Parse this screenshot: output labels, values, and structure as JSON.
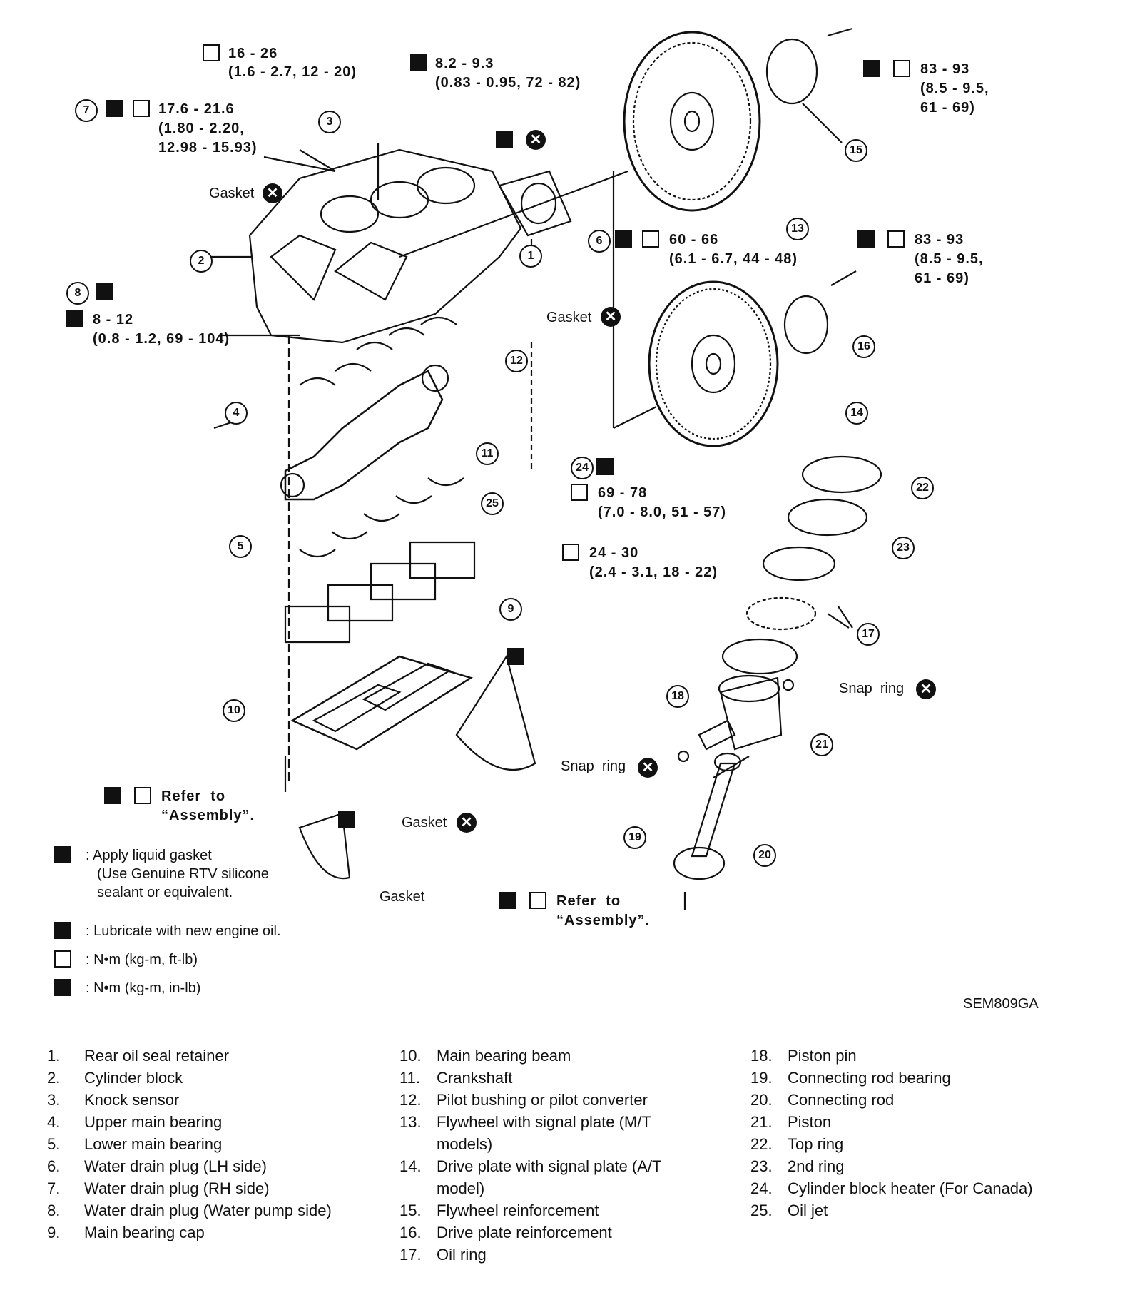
{
  "figure_code": "SEM809GA",
  "callouts": [
    "1",
    "2",
    "3",
    "4",
    "5",
    "6",
    "7",
    "8",
    "9",
    "10",
    "11",
    "12",
    "13",
    "14",
    "15",
    "16",
    "17",
    "18",
    "19",
    "20",
    "21",
    "22",
    "23",
    "24",
    "25"
  ],
  "torques": {
    "t16_26": [
      "16 - 26",
      "(1.6 - 2.7, 12 - 20)"
    ],
    "t8_2": [
      "8.2 - 9.3",
      "(0.83 - 0.95, 72 - 82)"
    ],
    "t17_6": [
      "17.6 - 21.6",
      "(1.80 - 2.20,",
      "12.98 - 15.93)"
    ],
    "t83_top": [
      "83 - 93",
      "(8.5 - 9.5,",
      "61 - 69)"
    ],
    "t60_66": [
      "60 - 66",
      "(6.1 - 6.7, 44 - 48)"
    ],
    "t83_mid": [
      "83 - 93",
      "(8.5 - 9.5,",
      "61 - 69)"
    ],
    "t8_12": [
      "8 - 12",
      "(0.8 - 1.2, 69 - 104)"
    ],
    "t69_78": [
      "69 - 78",
      "(7.0 - 8.0, 51 - 57)"
    ],
    "t24_30": [
      "24 - 30",
      "(2.4 - 3.1, 18 - 22)"
    ]
  },
  "labels": {
    "gasket": "Gasket",
    "snap_ring": "Snap  ring",
    "refer_to": "Refer  to",
    "assembly": "“Assembly”."
  },
  "legend": {
    "liquid_gasket": [
      ": Apply liquid gasket",
      "(Use Genuine RTV silicone",
      "sealant or equivalent."
    ],
    "lubricate": ": Lubricate with new engine oil.",
    "nm_ftlb": ": N•m (kg-m, ft-lb)",
    "nm_inlb": ": N•m (kg-m, in-lb)"
  },
  "parts": [
    {
      "n": "1.",
      "t": "Rear oil seal retainer"
    },
    {
      "n": "2.",
      "t": "Cylinder block"
    },
    {
      "n": "3.",
      "t": "Knock sensor"
    },
    {
      "n": "4.",
      "t": "Upper main bearing"
    },
    {
      "n": "5.",
      "t": "Lower main bearing"
    },
    {
      "n": "6.",
      "t": "Water drain plug (LH side)"
    },
    {
      "n": "7.",
      "t": "Water drain plug (RH side)"
    },
    {
      "n": "8.",
      "t": "Water drain plug (Water pump side)"
    },
    {
      "n": "9.",
      "t": "Main bearing cap"
    },
    {
      "n": "10.",
      "t": "Main bearing beam"
    },
    {
      "n": "11.",
      "t": "Crankshaft"
    },
    {
      "n": "12.",
      "t": "Pilot bushing or pilot converter"
    },
    {
      "n": "13.",
      "t": "Flywheel with signal plate (M/T models)"
    },
    {
      "n": "14.",
      "t": "Drive plate with signal plate (A/T model)"
    },
    {
      "n": "15.",
      "t": "Flywheel reinforcement"
    },
    {
      "n": "16.",
      "t": "Drive plate reinforcement"
    },
    {
      "n": "17.",
      "t": "Oil ring"
    },
    {
      "n": "18.",
      "t": "Piston pin"
    },
    {
      "n": "19.",
      "t": "Connecting rod bearing"
    },
    {
      "n": "20.",
      "t": "Connecting rod"
    },
    {
      "n": "21.",
      "t": "Piston"
    },
    {
      "n": "22.",
      "t": "Top ring"
    },
    {
      "n": "23.",
      "t": "2nd ring"
    },
    {
      "n": "24.",
      "t": "Cylinder block heater (For Canada)"
    },
    {
      "n": "25.",
      "t": "Oil jet"
    }
  ],
  "icons": {
    "torque": "torque-wrench-icon",
    "torque_inlb": "torque-wrench-inlb-icon",
    "liquid_gasket": "liquid-gasket-icon",
    "oil": "oil-can-icon",
    "replace": "x-replace-icon"
  }
}
